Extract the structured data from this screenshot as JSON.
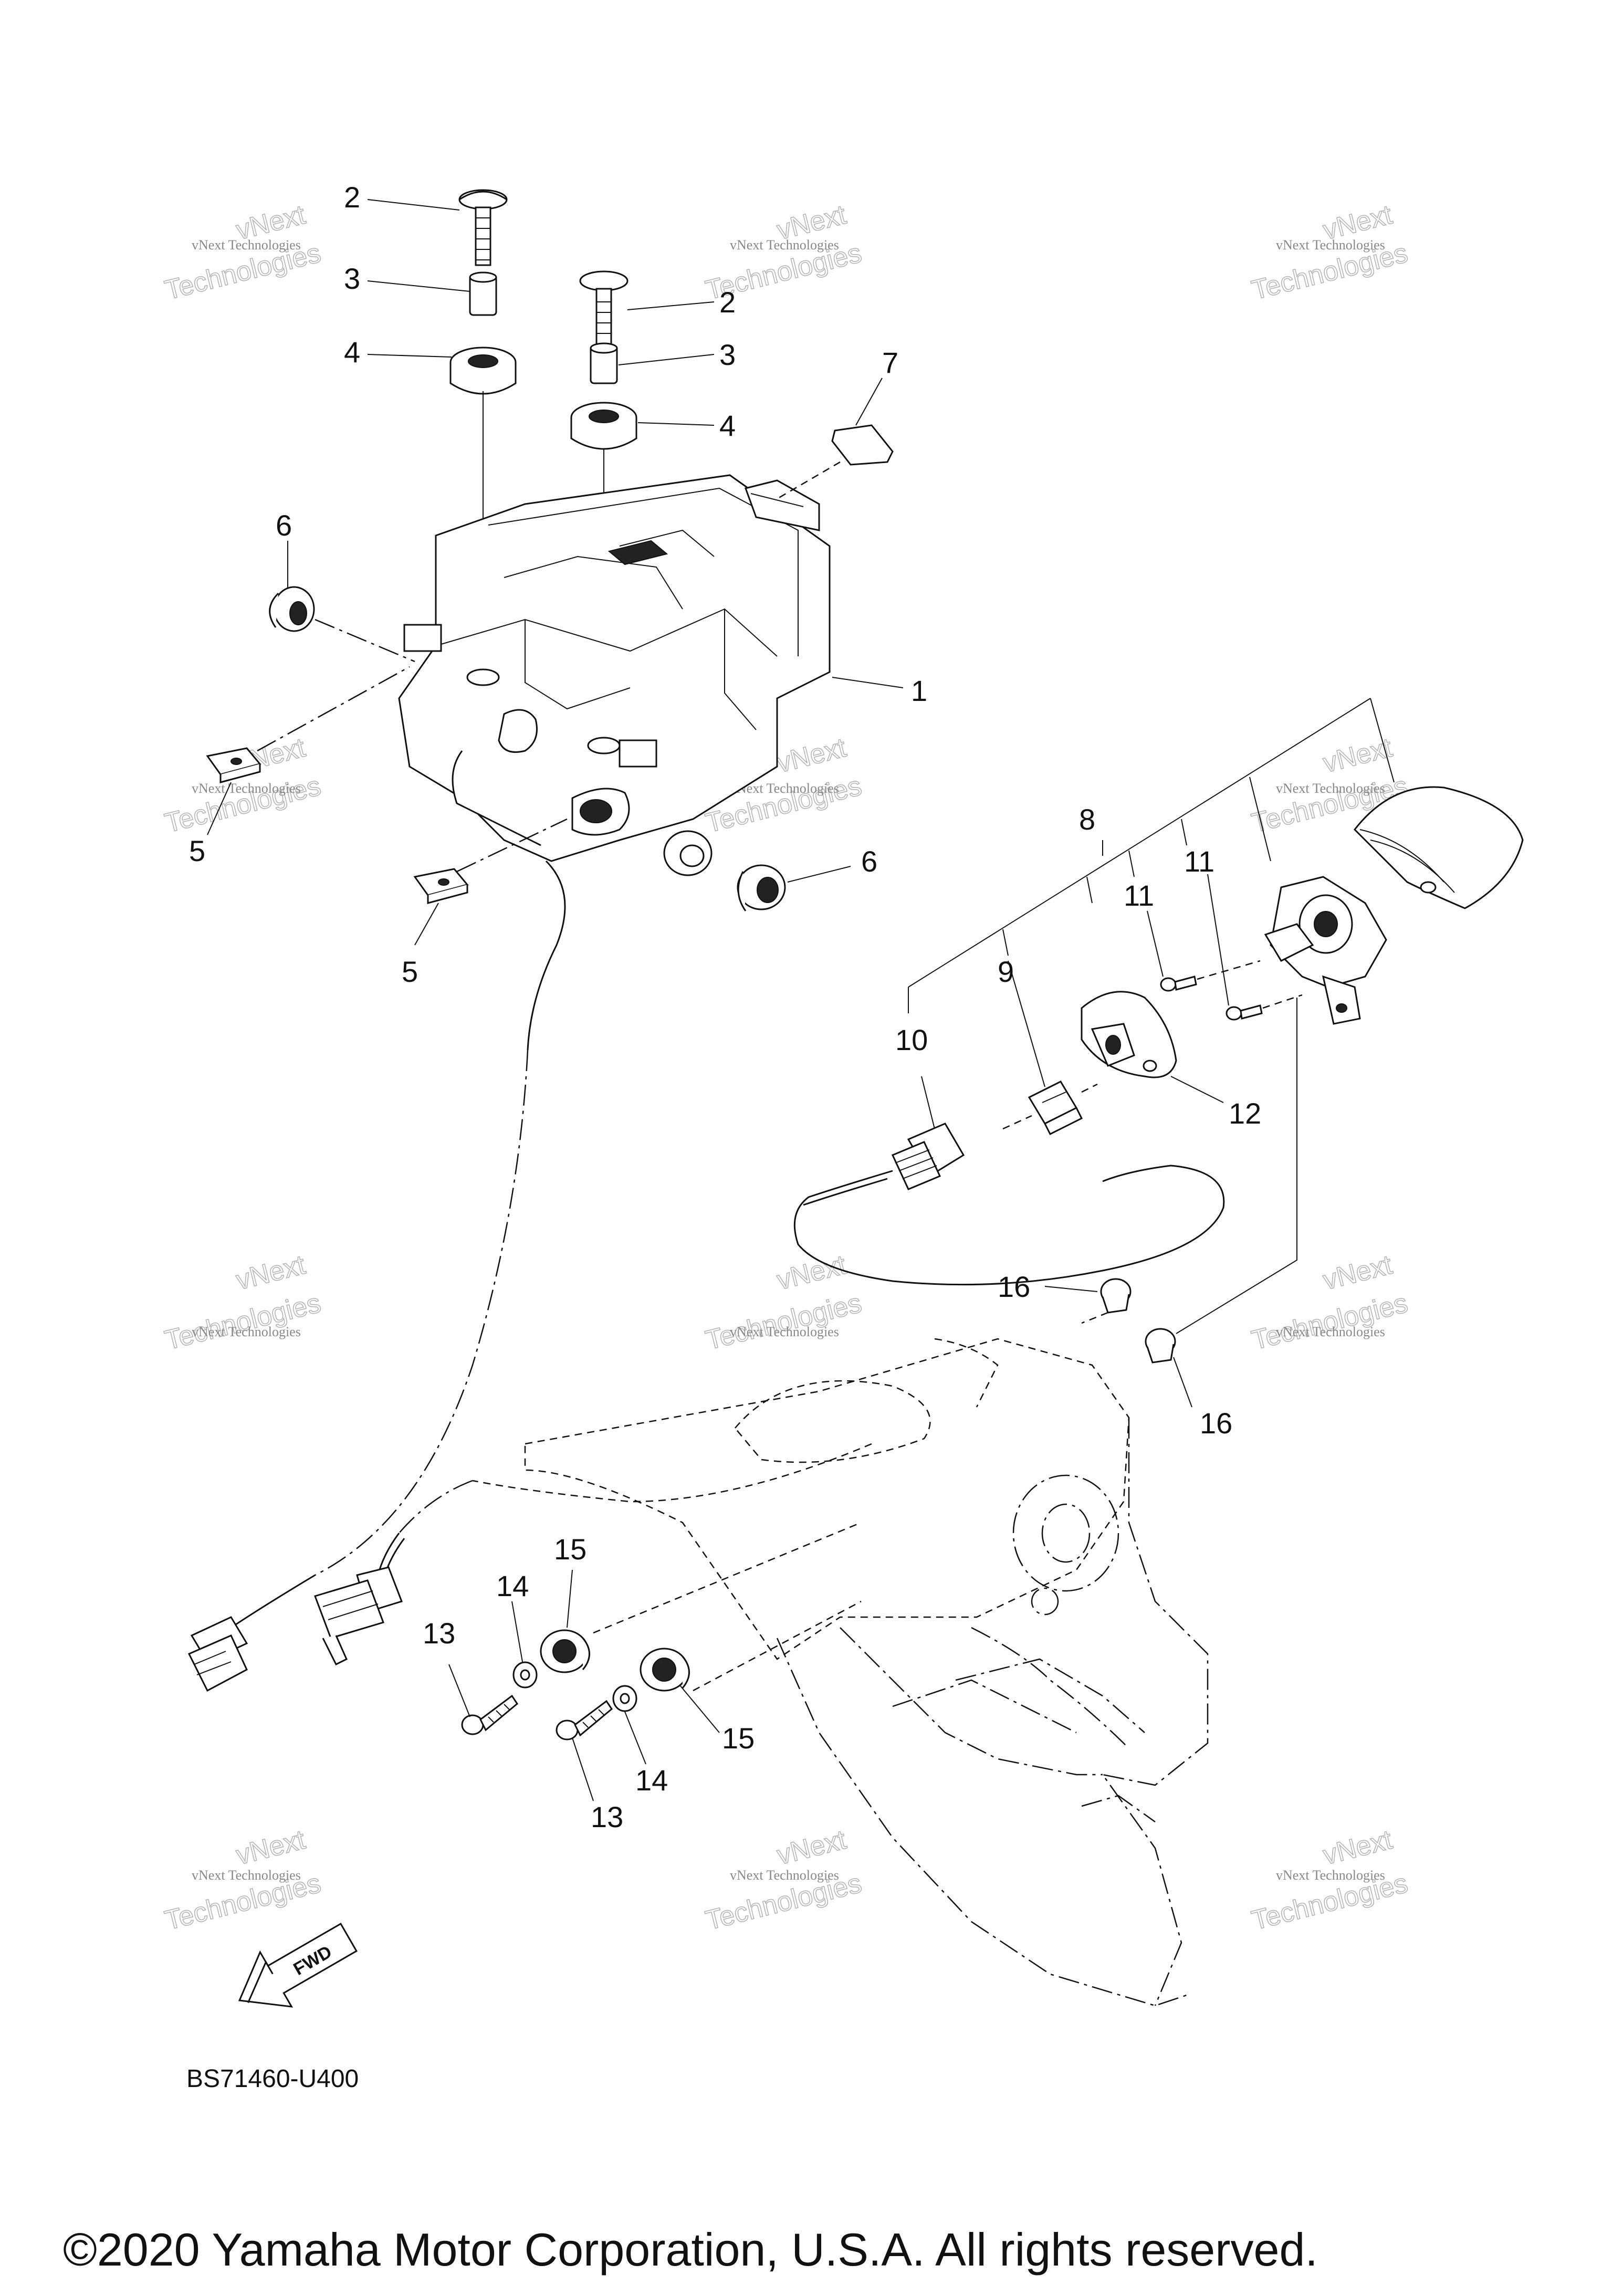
{
  "diagram": {
    "drawing_code": "BS71460-U400",
    "copyright": "©2020 Yamaha Motor Corporation, U.S.A. All rights reserved.",
    "fwd_label": "FWD",
    "watermark": {
      "line1": "vNext Technologies",
      "line2": "Technologies",
      "line3": "vNext"
    },
    "callouts": {
      "c1": "1",
      "c2a": "2",
      "c2b": "2",
      "c3a": "3",
      "c3b": "3",
      "c4a": "4",
      "c4b": "4",
      "c5a": "5",
      "c5b": "5",
      "c6a": "6",
      "c6b": "6",
      "c7": "7",
      "c8": "8",
      "c9": "9",
      "c10": "10",
      "c11a": "11",
      "c11b": "11",
      "c12": "12",
      "c13a": "13",
      "c13b": "13",
      "c14a": "14",
      "c14b": "14",
      "c15a": "15",
      "c15b": "15",
      "c16a": "16",
      "c16b": "16"
    }
  }
}
